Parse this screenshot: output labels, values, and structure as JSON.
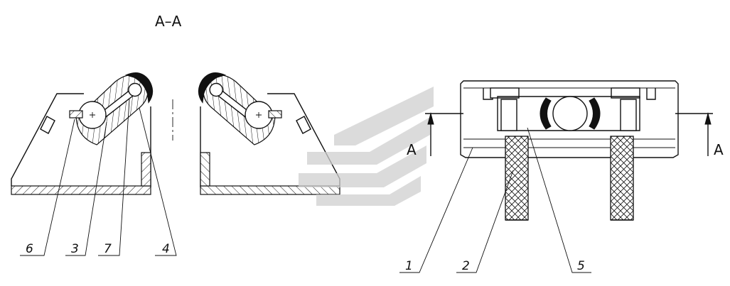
{
  "section_title": "A–A",
  "section_marks": {
    "left": "A",
    "right": "A"
  },
  "callouts": [
    {
      "id": "6",
      "text": "6"
    },
    {
      "id": "3",
      "text": "3"
    },
    {
      "id": "7",
      "text": "7"
    },
    {
      "id": "4",
      "text": "4"
    },
    {
      "id": "1",
      "text": "1"
    },
    {
      "id": "2",
      "text": "2"
    },
    {
      "id": "5",
      "text": "5"
    }
  ],
  "colors": {
    "ink": "#111111",
    "paper": "#ffffff",
    "watermark": "#cfcfcf"
  }
}
